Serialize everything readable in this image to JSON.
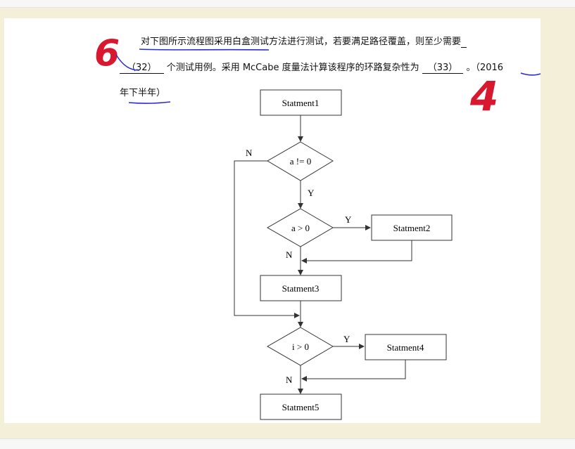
{
  "question": {
    "line1": "对下图所示流程图采用白盒测试方法进行测试，若要满足路径覆盖，则至少需要",
    "blank32": "（32）",
    "line2_mid": "个测试用例。采用 McCabe 度量法计算该程序的环路复杂性为",
    "blank33": "（33）",
    "line2_end": "。（2016",
    "line3": "年下半年）"
  },
  "annotations": {
    "left_number": "6",
    "right_number": "4",
    "colors": {
      "handwriting": "#d8182f",
      "underline": "#2b2bd6"
    }
  },
  "flowchart": {
    "stmt1": "Statment1",
    "cond1": "a != 0",
    "stmt2": "Statment2",
    "cond2": "a > 0",
    "stmt3": "Statment3",
    "cond3": "i > 0",
    "stmt4": "Statment4",
    "stmt5": "Statment5",
    "label_y": "Y",
    "label_n": "N"
  }
}
